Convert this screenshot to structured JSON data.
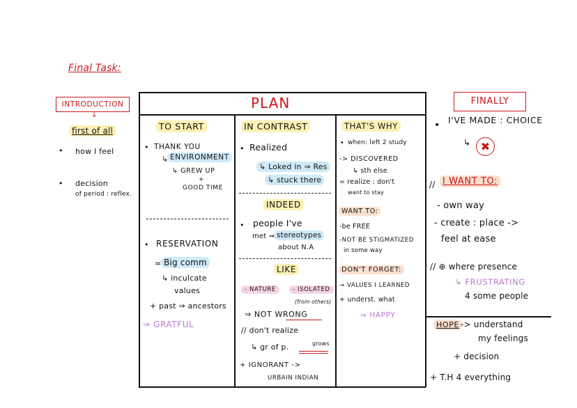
{
  "title": "Final Task:",
  "introduction": {
    "label": "INTRODUCTION",
    "first_of_all": "first of all",
    "items": [
      "how I feel",
      "decision",
      "of period : reflex."
    ]
  },
  "plan": {
    "header": "PLAN",
    "col1": {
      "title": "TO START",
      "thank_you": "THANK YOU",
      "environment": "ENVIRONMENT",
      "grew_up": "↳ GREW UP",
      "plus": "+",
      "good_time": "GOOD TIME",
      "reservation": "RESERVATION",
      "big_comm_prefix": "=",
      "big_comm": "Big comm",
      "inculcate": "↳ inculcate",
      "values": "values",
      "past": "+ past ⇒ ancestors",
      "gratful": "⇒ GRATFUL"
    },
    "col2": {
      "title": "IN CONTRAST",
      "realized": "Realized",
      "loked": "↳ Loked in ⇒ Res",
      "stuck": "↳ stuck there",
      "indeed": "INDEED",
      "people": "people I've",
      "met": "met ⇒",
      "stereotypes": "stereotypes",
      "about": "about N.A",
      "like": "LIKE",
      "nature": "- NATURE",
      "isolated": "- ISOLATED",
      "from_others": "(from others)",
      "not_wrong": "⇒ NOT WRONG",
      "dont_realize": "// don't realize",
      "gr_of_p": "↳ gr of p.",
      "grows": "grows",
      "ignorant": "+ IGNORANT ->",
      "urbain": "URBAIN INDIAN"
    },
    "col3": {
      "title": "THAT'S WHY",
      "when": "when: left 2 study",
      "discovered": "-> DISCOVERED",
      "sth_else": "↳ sth else",
      "realize": "= realize : don't",
      "want_to_stay": "want to stay",
      "want_to": "WANT TO:",
      "be_free": "-be FREE",
      "not_be": "-NOT BE STIGMATIZED",
      "in_some_way": "in some way",
      "dont_forget": "DON'T FORGET:",
      "values_learned": "→ VALUES I LEARNED",
      "understand": "+ underst. what",
      "happy": "⇒ HAPPY"
    }
  },
  "finally": {
    "label": "FINALLY",
    "made_choice": "I'VE MADE : CHOICE",
    "arrow": "↳",
    "i_want_to": "I WANT TO:",
    "own_way": "- own way",
    "create": "- create : place ->",
    "feel": "feel at ease",
    "where_presence": "// ⊕ where presence",
    "frustrating": "↳ FRUSTRATING",
    "some_people": "4 some people",
    "hope": "HOPE",
    "understand": "-> understand",
    "my_feelings": "my feelings",
    "decision": "+ decision",
    "th": "+ T.H 4 everything"
  },
  "colors": {
    "red": "#c8181b",
    "purple": "#b97ad8",
    "yellow": "#fbf1b5",
    "blue": "#cfe9f7",
    "pink": "#f6d4e6",
    "peach": "#fbe0cf"
  }
}
